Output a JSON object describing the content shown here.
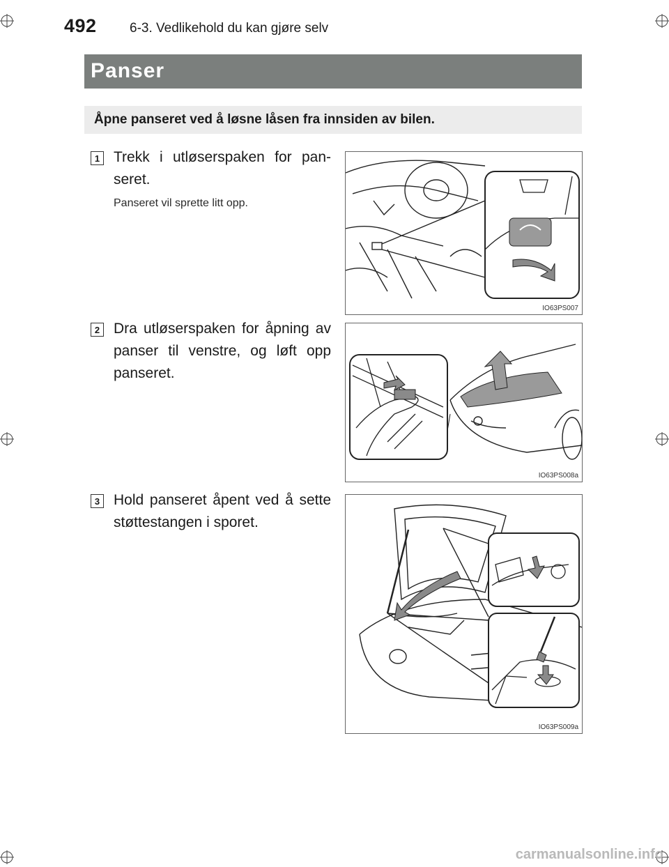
{
  "header": {
    "page_number": "492",
    "section": "6-3. Vedlikehold du kan gjøre selv"
  },
  "title": "Panser",
  "subtitle": "Åpne panseret ved å løsne låsen fra innsiden av bilen.",
  "steps": [
    {
      "number": "1",
      "text": "Trekk i utløserspaken for pan-seret.",
      "note": "Panseret vil sprette litt opp.",
      "figure_id": "IO63PS007"
    },
    {
      "number": "2",
      "text": "Dra utløserspaken for åpning av panser til venstre, og løft opp panseret.",
      "figure_id": "IO63PS008a"
    },
    {
      "number": "3",
      "text": "Hold panseret åpent ved å sette støttestangen i sporet.",
      "figure_id": "IO63PS009a"
    }
  ],
  "footer": {
    "watermark": "carmanualsonline.info"
  }
}
